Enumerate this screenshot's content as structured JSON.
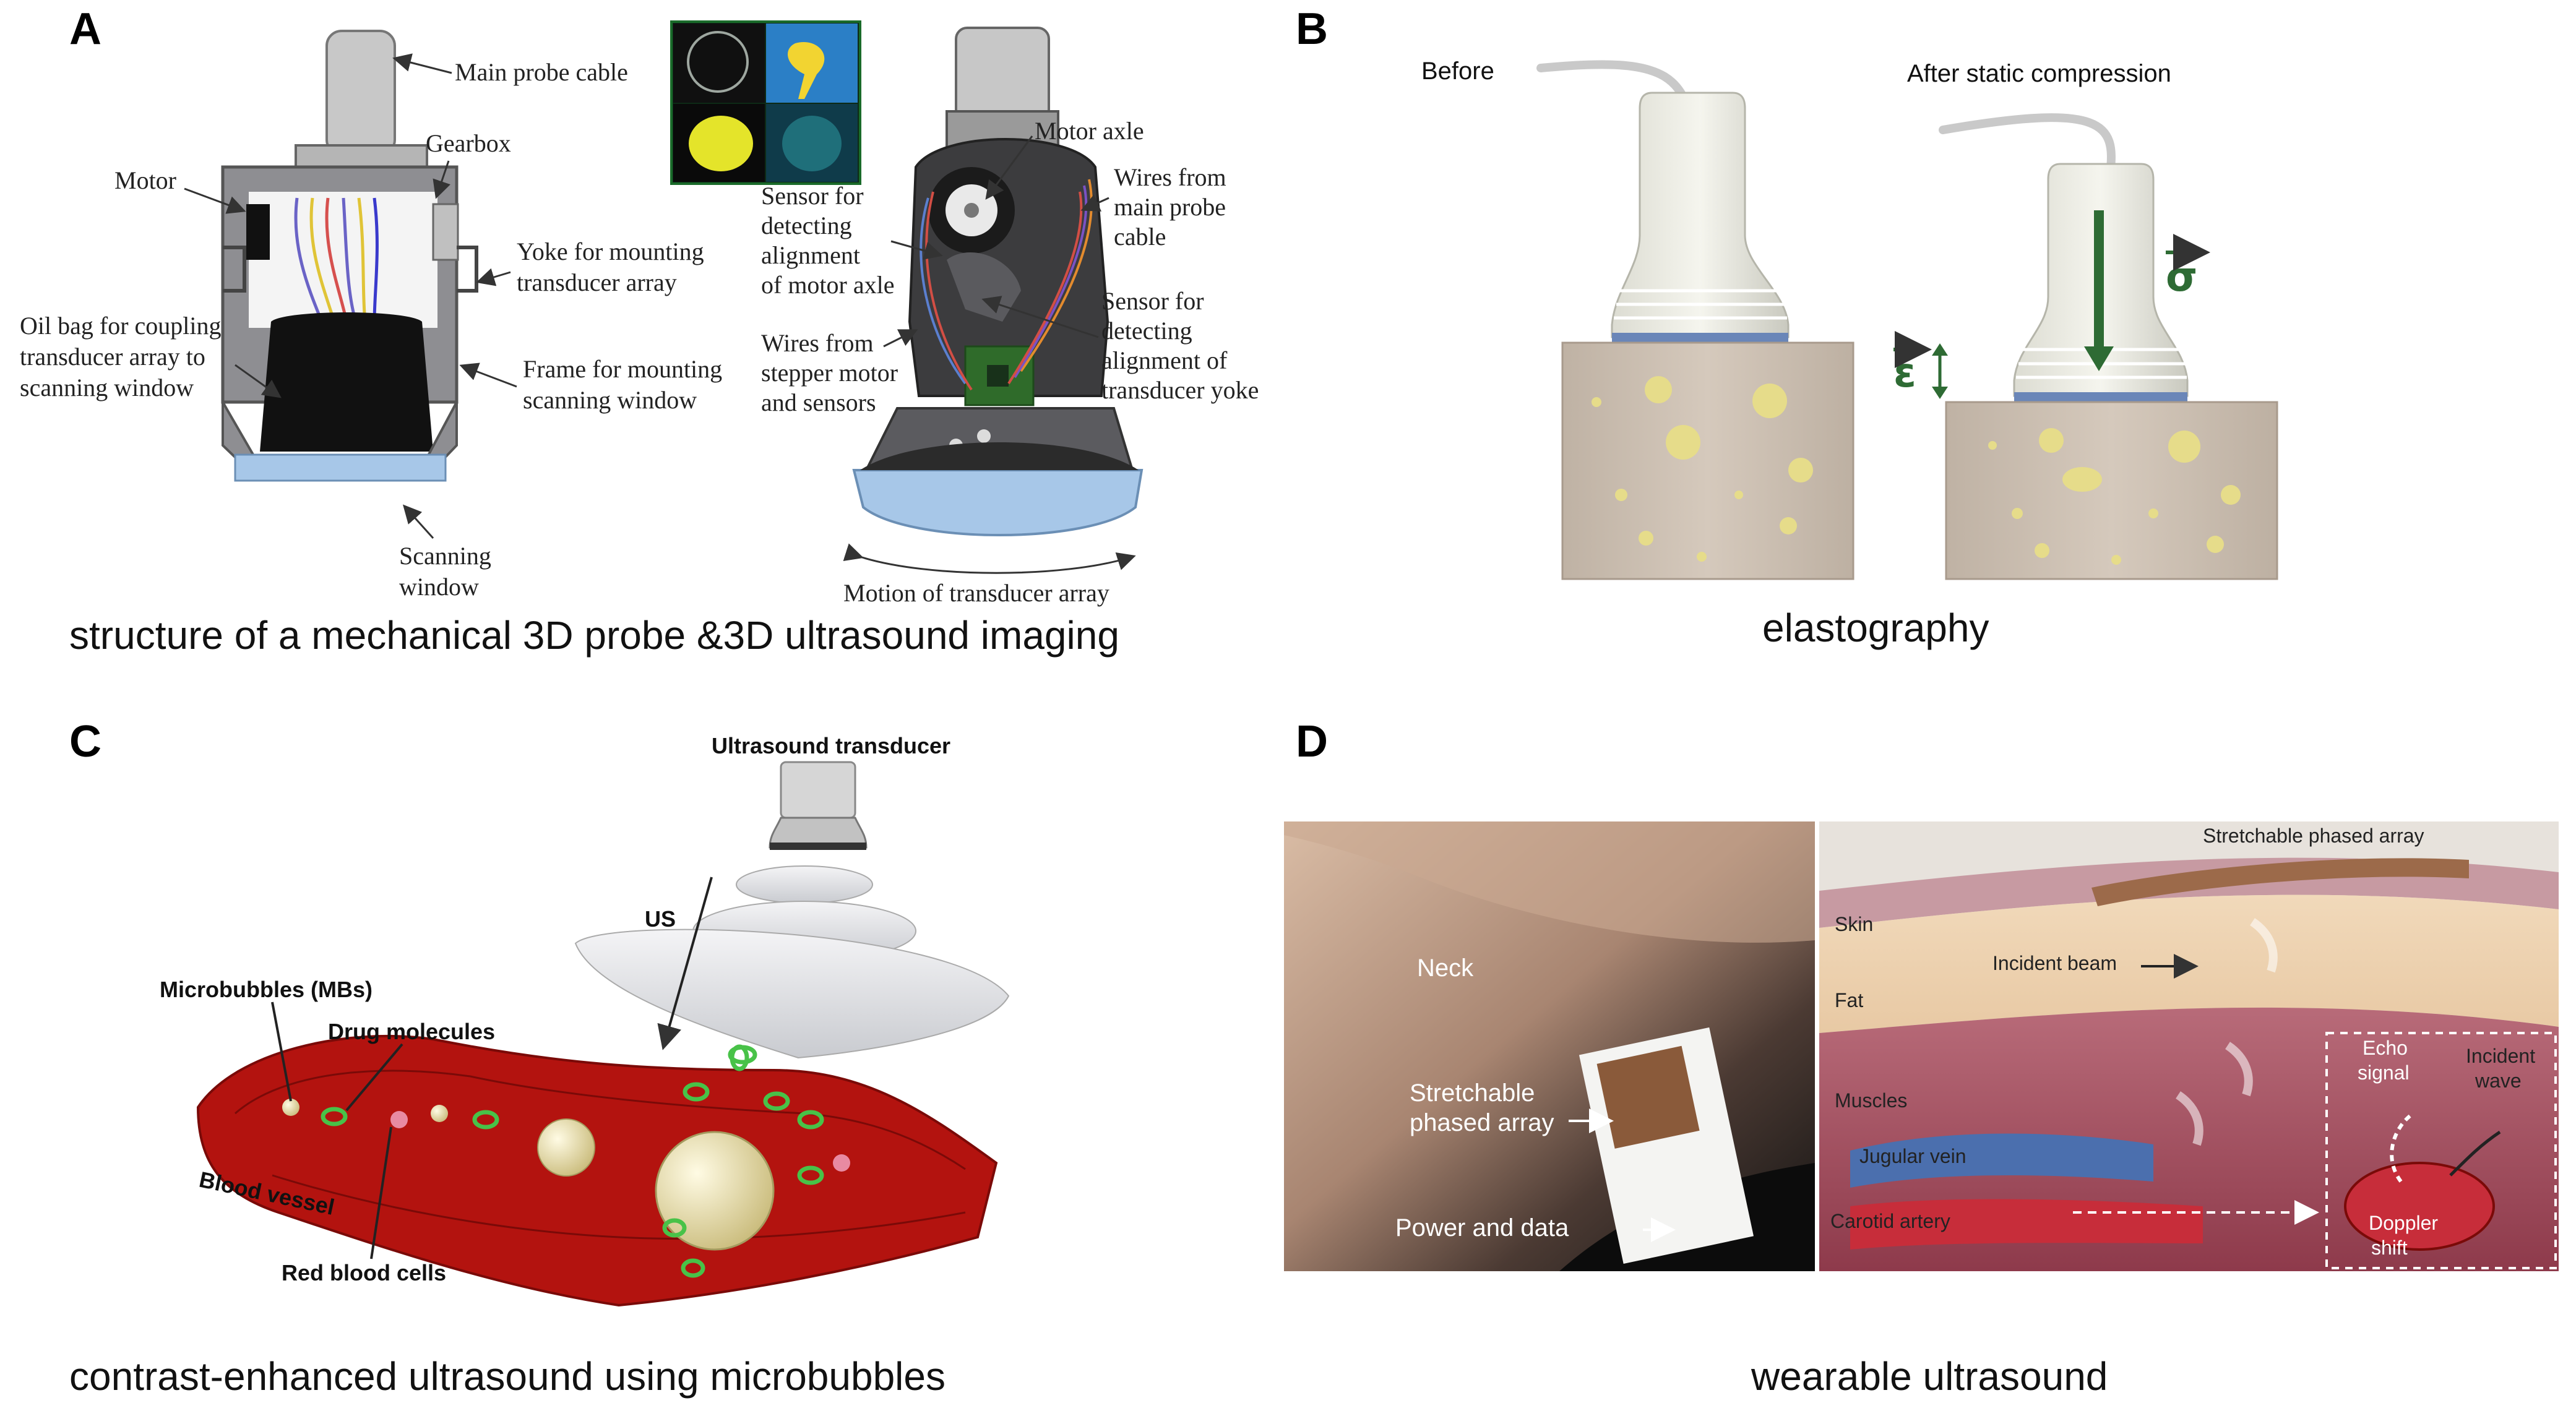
{
  "panels": {
    "a": {
      "letter": "A",
      "caption": "structure of a mechanical 3D probe &3D ultrasound imaging",
      "labels": {
        "main_probe_cable": "Main probe cable",
        "gearbox": "Gearbox",
        "motor": "Motor",
        "yoke_1": "Yoke for mounting",
        "yoke_2": "transducer array",
        "oil_1": "Oil bag for coupling",
        "oil_2": "transducer array to",
        "oil_3": "scanning window",
        "frame_1": "Frame for mounting",
        "frame_2": "scanning window",
        "scan_1": "Scanning",
        "scan_2": "window",
        "motor_axle": "Motor axle",
        "wires_main_1": "Wires from",
        "wires_main_2": "main probe",
        "wires_main_3": "cable",
        "sensor_axle_1": "Sensor for",
        "sensor_axle_2": "detecting",
        "sensor_axle_3": "alignment",
        "sensor_axle_4": "of motor axle",
        "sensor_yoke_1": "Sensor for",
        "sensor_yoke_2": "detecting",
        "sensor_yoke_3": "alignment of",
        "sensor_yoke_4": "transducer yoke",
        "wires_stepper_1": "Wires from",
        "wires_stepper_2": "stepper motor",
        "wires_stepper_3": "and sensors",
        "motion": "Motion of transducer array"
      }
    },
    "b": {
      "letter": "B",
      "caption": "elastography",
      "labels": {
        "before": "Before",
        "after": "After static compression",
        "sigma": "σ",
        "epsilon": "ε"
      }
    },
    "c": {
      "letter": "C",
      "caption": "contrast-enhanced ultrasound using microbubbles",
      "labels": {
        "transducer": "Ultrasound transducer",
        "us": "US",
        "microbubbles": "Microbubbles (MBs)",
        "drug": "Drug molecules",
        "vessel": "Blood vessel",
        "rbc": "Red blood cells"
      }
    },
    "d": {
      "letter": "D",
      "caption": "wearable ultrasound",
      "labels": {
        "neck": "Neck",
        "stretch_1": "Stretchable",
        "stretch_2": "phased array",
        "power": "Power and data",
        "spa": "Stretchable phased array",
        "skin": "Skin",
        "incident_beam": "Incident beam",
        "fat": "Fat",
        "muscles": "Muscles",
        "jugular": "Jugular vein",
        "carotid": "Carotid artery",
        "echo_1": "Echo",
        "echo_2": "signal",
        "incident_1": "Incident",
        "incident_2": "wave",
        "doppler_1": "Doppler",
        "doppler_2": "shift"
      }
    }
  },
  "colors": {
    "probe_gray": "#8a8a8e",
    "window_blue": "#a7c7e8",
    "tissue_beige": "#cdbfb0",
    "inclusion_yellow": "#e6dc8a",
    "strain_green": "#2e6b34",
    "vessel_red": "#b3130f",
    "bubble_cream": "#e8dca6",
    "skin_photo": "#c2a48f",
    "fat_layer": "#efd6b7",
    "muscle_layer": "#a8485a"
  }
}
